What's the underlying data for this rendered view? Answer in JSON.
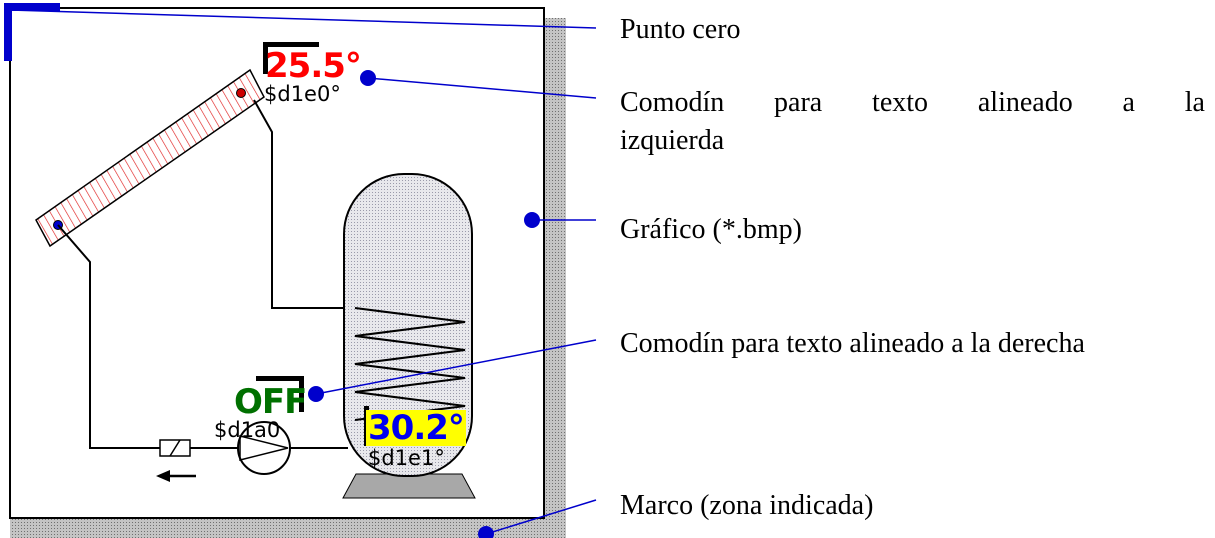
{
  "annotations": {
    "punto_cero": "Punto cero",
    "comodin_izquierda_line1": "Comodín para texto alineado a la",
    "comodin_izquierda_line2": "izquierda",
    "grafico": "Gráfico (*.bmp)",
    "comodin_derecha": "Comodín para texto alineado a la derecha",
    "marco": "Marco (zona indicada)"
  },
  "readings": {
    "collector_temp": {
      "value": "25.5°",
      "placeholder": "$d1e0°",
      "color": "#ff0000"
    },
    "pump_state": {
      "value": "OFF",
      "placeholder": "$d1a0",
      "color": "#007000"
    },
    "tank_temp": {
      "value": "30.2°",
      "placeholder": "$d1e1°",
      "color": "#0000ee",
      "background": "#ffff00"
    }
  },
  "colors": {
    "pointer_blue": "#0000cc",
    "collector_hatch": "#ff0000",
    "frame_shadow": "#b0b0b0",
    "tank_base": "#a8a8a8"
  }
}
